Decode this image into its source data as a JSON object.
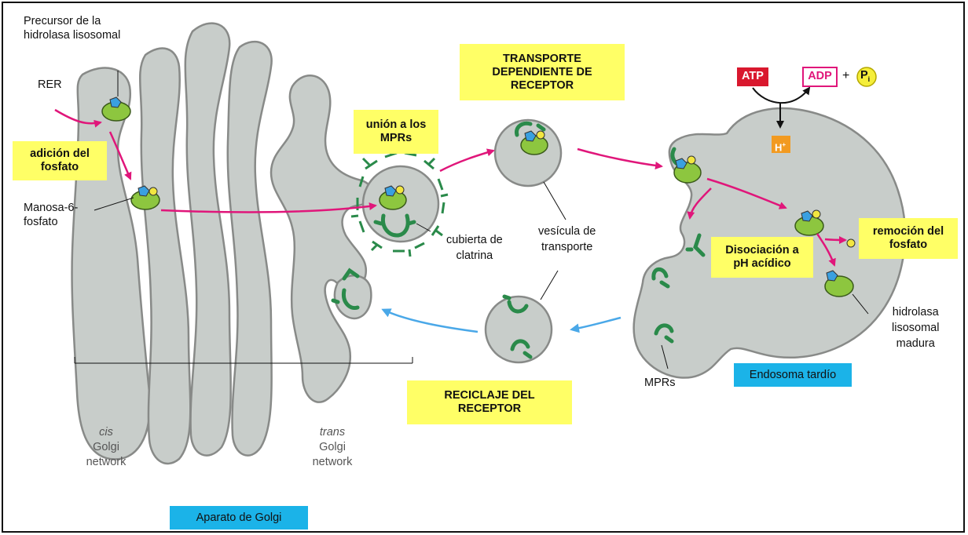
{
  "colors": {
    "organelle": "#c8cdca",
    "outline": "#888a88",
    "receptor": "#2a8a4a",
    "enzyme": "#8dc63f",
    "pink_arrow": "#e0167a",
    "blue_arrow": "#4aa8e8",
    "label_yellow": "#ffff66",
    "label_blue": "#1bb3e8"
  },
  "labels": {
    "precursor": "Precursor de la\nhidrolasa lisosomal",
    "rer": "RER",
    "adicion": "adición del\nfosfato",
    "manosa": "Manosa-6-\nfosfato",
    "cis_italic": "cis",
    "cis_golgi": "Golgi",
    "cis_network": "network",
    "trans_italic": "trans",
    "trans_golgi": "Golgi",
    "trans_network": "network",
    "aparato": "Aparato de Golgi",
    "union": "unión a los\nMPRs",
    "cubierta": "cubierta de\nclatrina",
    "transporte": "TRANSPORTE\nDEPENDIENTE DE\nRECEPTOR",
    "vesicula": "vesícula de\ntransporte",
    "reciclaje": "RECICLAJE DEL\nRECEPTOR",
    "atp": "ATP",
    "adp": "ADP",
    "plus": "+",
    "pi": "P",
    "pi_sub": "i",
    "h": "H",
    "h_sup": "+",
    "disociacion": "Disociación a\npH acídico",
    "remocion": "remoción del\nfosfato",
    "hidrolasa": "hidrolasa\nlisosomal\nmadura",
    "mprs": "MPRs",
    "endosoma": "Endosoma tardío"
  }
}
